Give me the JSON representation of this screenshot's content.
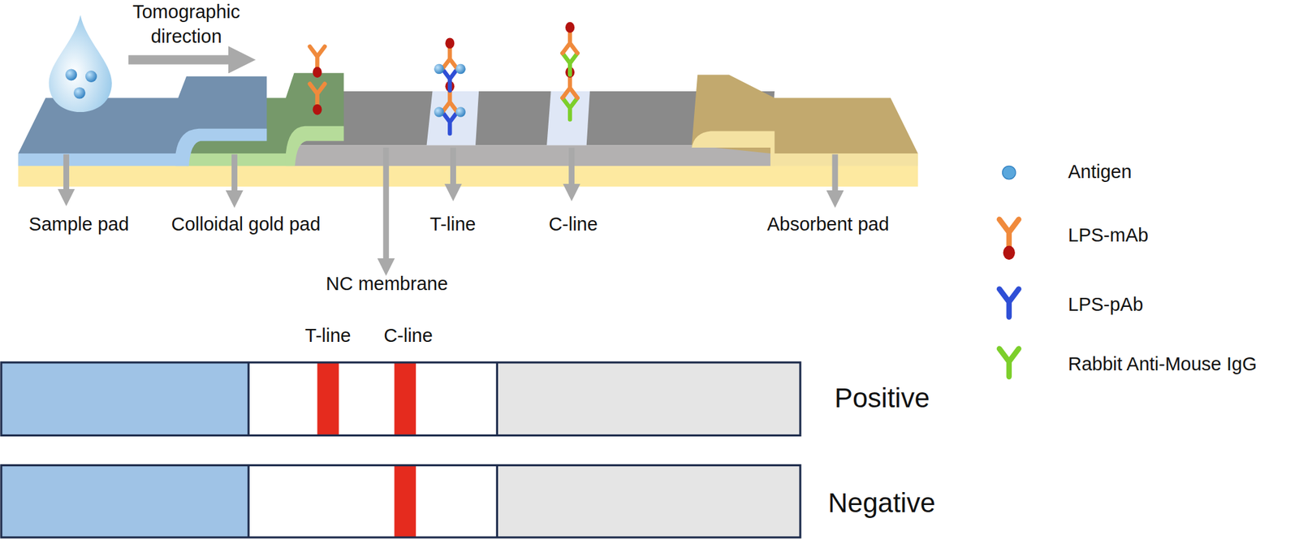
{
  "diagram": {
    "labels": [
      "Tomographic direction",
      "Sample pad",
      "Colloidal gold pad",
      "T-line",
      "C-line",
      "Absorbent pad",
      "NC membrane",
      "T-line",
      "C-line",
      "Positive",
      "Negative"
    ],
    "legend": [
      {
        "text": "Antigen",
        "color": "#5aa7dc"
      },
      {
        "text": "LPS-mAb"
      },
      {
        "text": "LPS-pAb"
      },
      {
        "text": "Rabbit Anti-Mouse IgG"
      }
    ]
  }
}
